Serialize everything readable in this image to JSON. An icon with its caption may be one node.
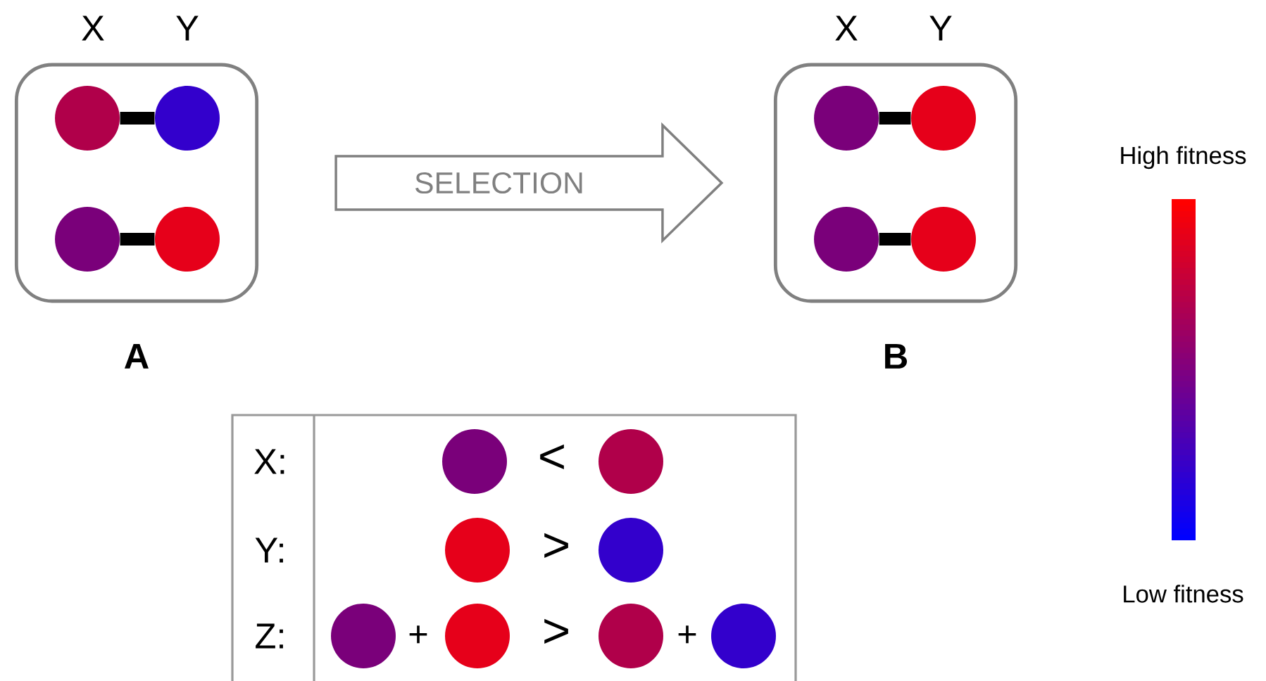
{
  "diagram": {
    "nodes": [
      {
        "text": [],
        "shape": "box",
        "beside": [
          "A"
        ]
      },
      {
        "text": [],
        "shape": "circle",
        "in": 0
      },
      {
        "text": [],
        "shape": "circle",
        "in": 0
      },
      {
        "text": [],
        "shape": "circle",
        "in": 0
      },
      {
        "text": [],
        "shape": "circle",
        "in": 0
      },
      {
        "text": [],
        "shape": "box",
        "beside": [
          "B"
        ]
      },
      {
        "text": [],
        "shape": "circle",
        "in": 5
      },
      {
        "text": [],
        "shape": "circle",
        "in": 5
      },
      {
        "text": [],
        "shape": "circle",
        "in": 5
      },
      {
        "text": [],
        "shape": "circle",
        "in": 5
      },
      {
        "text": [],
        "shape": "circle"
      },
      {
        "text": [],
        "shape": "circle"
      },
      {
        "text": [],
        "shape": "circle"
      },
      {
        "text": [],
        "shape": "circle"
      },
      {
        "text": [],
        "shape": "circle"
      },
      {
        "text": [],
        "shape": "circle"
      },
      {
        "text": [],
        "shape": "circle"
      },
      {
        "text": [],
        "shape": "circle"
      }
    ],
    "edges": [
      {
        "from": 1,
        "to": 2,
        "arrow": "none"
      },
      {
        "from": 3,
        "to": 4,
        "arrow": "none"
      },
      {
        "from": 0,
        "to": 5,
        "arrow": "to",
        "label": "SELECTION"
      },
      {
        "from": 6,
        "to": 7,
        "arrow": "none"
      },
      {
        "from": 8,
        "to": 9,
        "arrow": "none"
      }
    ],
    "labels": [
      "X",
      "Y",
      "X",
      "Y",
      "High fitness",
      "X:",
      "<",
      "Y:",
      ">",
      "Low fitness",
      "Z:",
      "+",
      ">",
      "+"
    ]
  }
}
